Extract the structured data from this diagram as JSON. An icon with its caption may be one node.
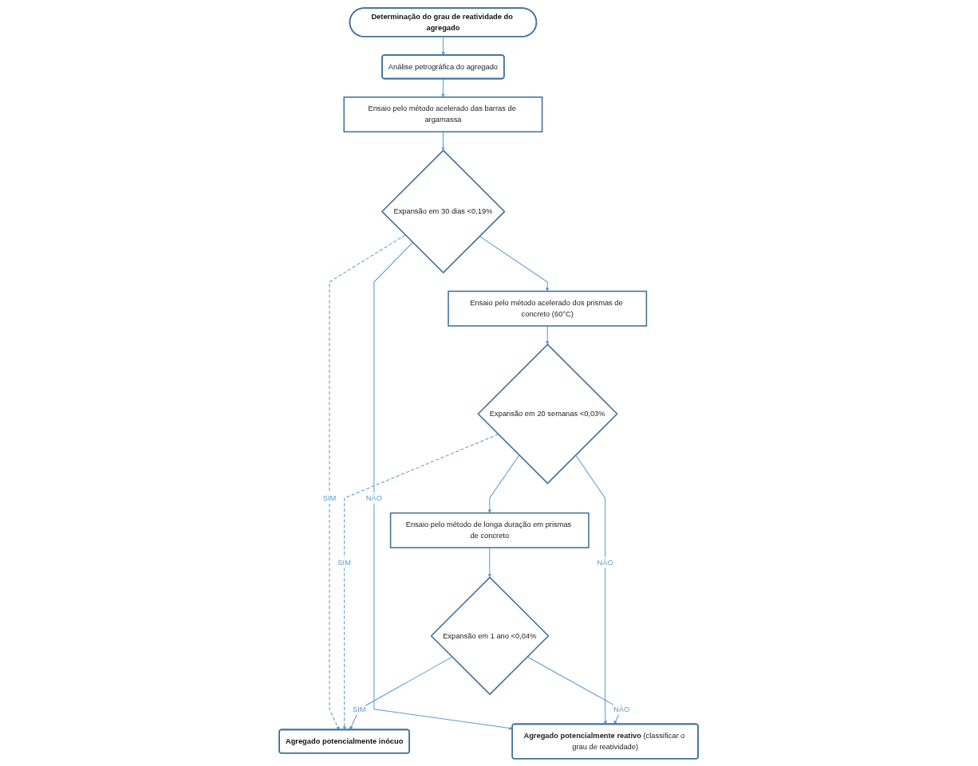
{
  "diagram": {
    "nodes": [
      {
        "text": [
          "Determinação do grau de reatividade do agregado"
        ]
      },
      {
        "text": [
          "Análise petrográfica do agregado"
        ]
      },
      {
        "text": [
          "Ensaio pelo método acelerado das barras de argamassa"
        ]
      },
      {
        "text": [
          "Expansão em 30 dias <0,19%"
        ]
      },
      {
        "text": [
          "Ensaio pelo método acelerado dos prismas de concreto (60°C)"
        ]
      },
      {
        "text": [
          "Expansão em 20 semanas <0,03%"
        ]
      },
      {
        "text": [
          "Ensaio pelo método de longa duração em prismas de concreto"
        ]
      },
      {
        "text": [
          "Expansão em 1 ano <0,04%"
        ]
      },
      {
        "text": [
          "Agregado potencialmente inócuo"
        ]
      },
      {
        "text": [
          "**Agregado potencialmente reativo** (classificar o grau de reatividade)"
        ]
      }
    ],
    "edges": [
      {
        "from": 0,
        "to": 1,
        "arrow": "to"
      },
      {
        "from": 1,
        "to": 2,
        "arrow": "to"
      },
      {
        "from": 2,
        "to": 3,
        "arrow": "to"
      },
      {
        "from": 3,
        "to": 4,
        "arrow": "to"
      },
      {
        "from": 3,
        "to": 8,
        "arrow": "to",
        "label": "SIM",
        "style": "dashed"
      },
      {
        "from": 3,
        "to": 9,
        "arrow": "to",
        "label": "NÃO"
      },
      {
        "from": 4,
        "to": 5,
        "arrow": "to"
      },
      {
        "from": 5,
        "to": 8,
        "arrow": "to",
        "label": "SIM",
        "style": "dashed"
      },
      {
        "from": 5,
        "to": 9,
        "arrow": "to",
        "label": "NÃO"
      },
      {
        "from": 5,
        "to": 6,
        "arrow": "to"
      },
      {
        "from": 6,
        "to": 7,
        "arrow": "to"
      },
      {
        "from": 7,
        "to": 8,
        "arrow": "to",
        "label": "SIM"
      },
      {
        "from": 7,
        "to": 9,
        "arrow": "to",
        "label": "NÃO"
      }
    ]
  }
}
